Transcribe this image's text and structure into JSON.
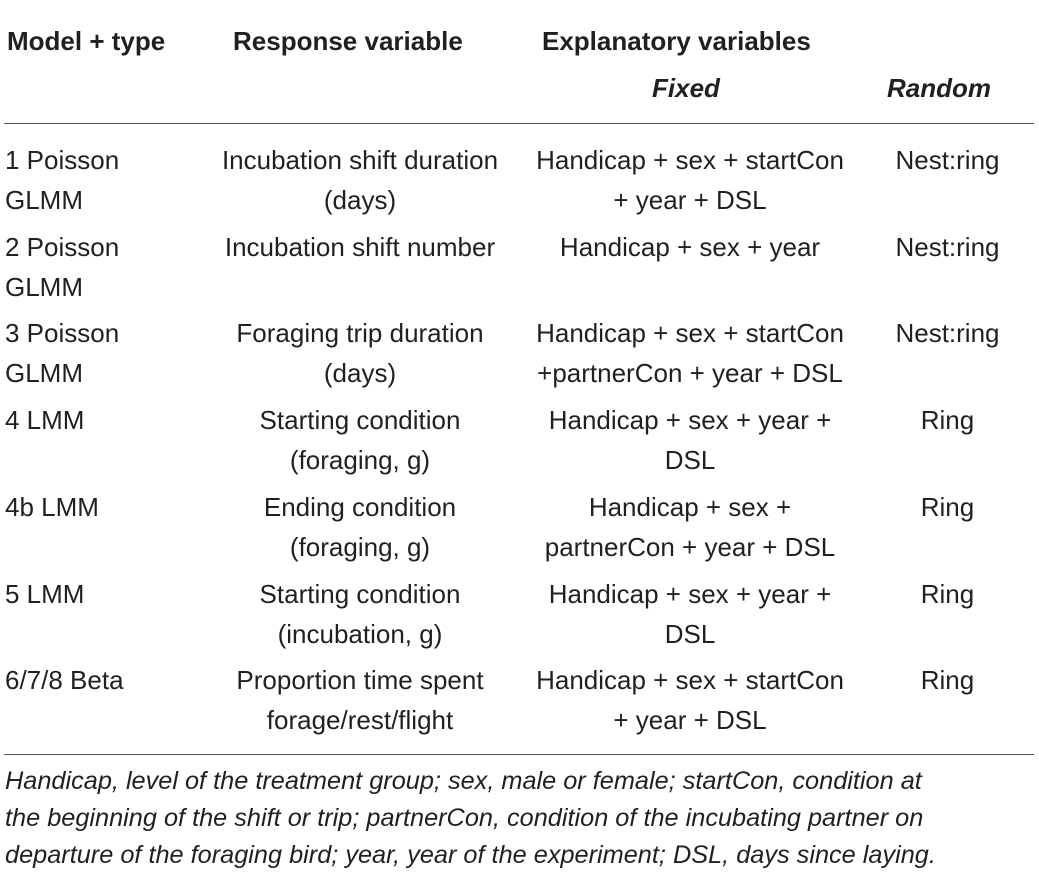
{
  "table": {
    "headers": {
      "model": "Model + type",
      "response": "Response variable",
      "explanatory": "Explanatory variables",
      "fixed": "Fixed",
      "random": "Random"
    },
    "rows": [
      {
        "model": [
          "1 Poisson",
          "GLMM"
        ],
        "response": [
          "Incubation shift duration",
          "(days)"
        ],
        "fixed": [
          "Handicap + sex + startCon",
          "+ year + DSL"
        ],
        "random": "Nest:ring"
      },
      {
        "model": [
          "2 Poisson",
          "GLMM"
        ],
        "response": [
          "Incubation shift number",
          ""
        ],
        "fixed": [
          "Handicap + sex + year",
          ""
        ],
        "random": "Nest:ring"
      },
      {
        "model": [
          "3 Poisson",
          "GLMM"
        ],
        "response": [
          "Foraging trip duration",
          "(days)"
        ],
        "fixed": [
          "Handicap + sex + startCon",
          "+partnerCon + year + DSL"
        ],
        "random": "Nest:ring"
      },
      {
        "model": [
          "4 LMM",
          ""
        ],
        "response": [
          "Starting condition",
          "(foraging, g)"
        ],
        "fixed": [
          "Handicap + sex + year +",
          "DSL"
        ],
        "random": "Ring"
      },
      {
        "model": [
          "4b LMM",
          ""
        ],
        "response": [
          "Ending condition",
          "(foraging, g)"
        ],
        "fixed": [
          "Handicap + sex +",
          "partnerCon + year + DSL"
        ],
        "random": "Ring"
      },
      {
        "model": [
          "5 LMM",
          ""
        ],
        "response": [
          "Starting condition",
          "(incubation, g)"
        ],
        "fixed": [
          "Handicap + sex + year +",
          "DSL"
        ],
        "random": "Ring"
      },
      {
        "model": [
          "6/7/8 Beta",
          ""
        ],
        "response": [
          "Proportion time spent",
          "forage/rest/flight"
        ],
        "fixed": [
          "Handicap + sex + startCon",
          "+ year + DSL"
        ],
        "random": "Ring"
      }
    ],
    "footnote": [
      "Handicap, level of the treatment group; sex, male or female; startCon, condition at",
      "the beginning of the shift or trip; partnerCon, condition of the incubating partner on",
      "departure of the foraging bird; year, year of the experiment; DSL, days since laying."
    ]
  }
}
